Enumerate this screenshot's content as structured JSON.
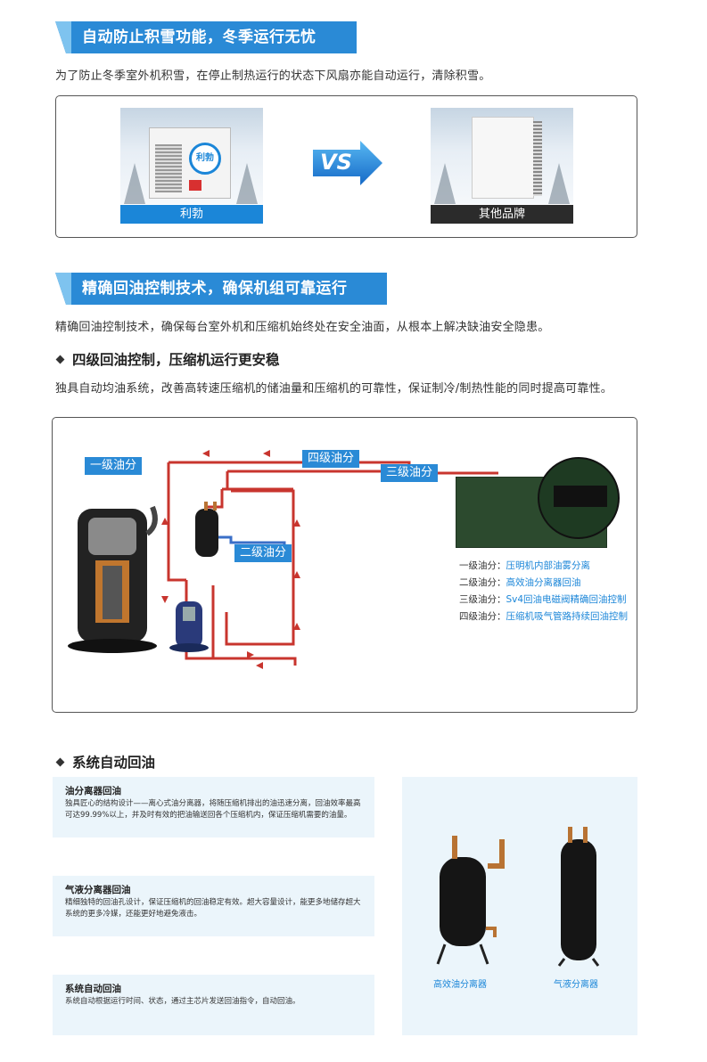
{
  "section1": {
    "title": "自动防止积雪功能，冬季运行无忧",
    "desc": "为了防止冬季室外机积雪，在停止制热运行的状态下风扇亦能自动运行，清除积雪。",
    "left_label": "利勃",
    "right_label": "其他品牌",
    "vs": "VS",
    "brand_logo_text": "利勃"
  },
  "section2": {
    "title": "精确回油控制技术，确保机组可靠运行",
    "desc": "精确回油控制技术，确保每台室外机和压缩机始终处在安全油面，从根本上解决缺油安全隐患。",
    "subhead": "四级回油控制，压缩机运行更安稳",
    "subdesc": "独具自动均油系统，改善高转速压缩机的储油量和压缩机的可靠性，保证制冷/制热性能的同时提高可靠性。",
    "tags": {
      "level1": "一级油分",
      "level2": "二级油分",
      "level3": "三级油分",
      "level4": "四级油分"
    },
    "legend": [
      {
        "key": "一级油分：",
        "value": "压明机内部油雾分离"
      },
      {
        "key": "二级油分：",
        "value": "高效油分离器回油"
      },
      {
        "key": "三级油分：",
        "value": "Sv4回油电磁阀精确回油控制"
      },
      {
        "key": "四级油分：",
        "value": "压缩机吸气管路持续回油控制"
      }
    ]
  },
  "section3": {
    "subhead": "系统自动回油",
    "panels": [
      {
        "title": "油分离器回油",
        "text": "独具匠心的结构设计——离心式油分离器，将随压缩机排出的油迅速分离，回油效率最高可达99.99%以上，并及时有效的把油输送回各个压缩机内，保证压缩机需要的油量。"
      },
      {
        "title": "气液分离器回油",
        "text": "精细独特的回油孔设计，保证压缩机的回油稳定有效。超大容量设计，能更多地储存超大系统的更多冷媒，还能更好地避免液击。"
      },
      {
        "title": "系统自动回油",
        "text": "系统自动根据运行时间、状态，通过主芯片发送回油指令，自动回油。"
      }
    ],
    "tank_labels": [
      "高效油分离器",
      "气液分离器"
    ]
  },
  "colors": {
    "accent": "#2a8ad6",
    "accent_light": "#7ec3ef",
    "pipe_red": "#c8352e",
    "pipe_blue": "#3a6fc8",
    "panel_bg": "#ebf5fb"
  }
}
